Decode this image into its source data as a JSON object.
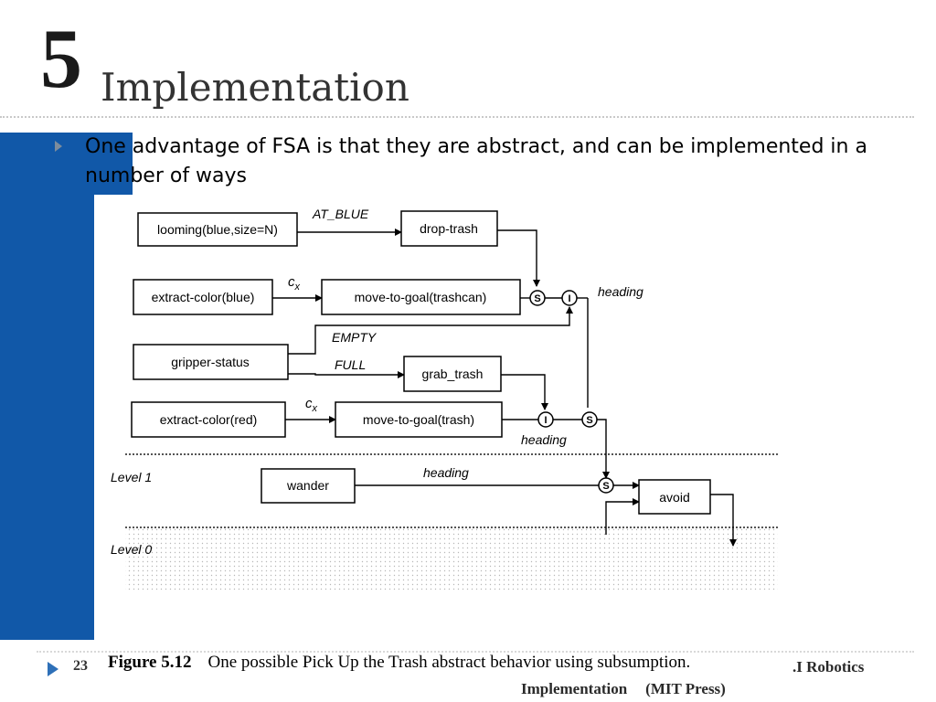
{
  "slide": {
    "section_number": "5",
    "title": "Implementation",
    "bullet": "One advantage of FSA is that they are abstract, and can be implemented in a number of ways",
    "page_number": "23",
    "footer_course": ".I Robotics",
    "footer_section": "Implementation",
    "footer_publisher": "(MIT Press)"
  },
  "figure": {
    "caption_label": "Figure 5.12",
    "caption_text": "One possible Pick Up the Trash abstract behavior using subsumption.",
    "boxes": {
      "looming": "looming(blue,size=N)",
      "drop_trash": "drop-trash",
      "extract_blue": "extract-color(blue)",
      "move_trashcan": "move-to-goal(trashcan)",
      "gripper": "gripper-status",
      "grab": "grab_trash",
      "extract_red": "extract-color(red)",
      "move_trash": "move-to-goal(trash)",
      "wander": "wander",
      "avoid": "avoid"
    },
    "labels": {
      "at_blue": "AT_BLUE",
      "cx": "c",
      "cx_sub": "x",
      "empty": "EMPTY",
      "full": "FULL",
      "heading": "heading",
      "level1": "Level 1",
      "level0": "Level 0"
    },
    "nodes": {
      "suppress": "S",
      "inhibit": "I"
    }
  }
}
